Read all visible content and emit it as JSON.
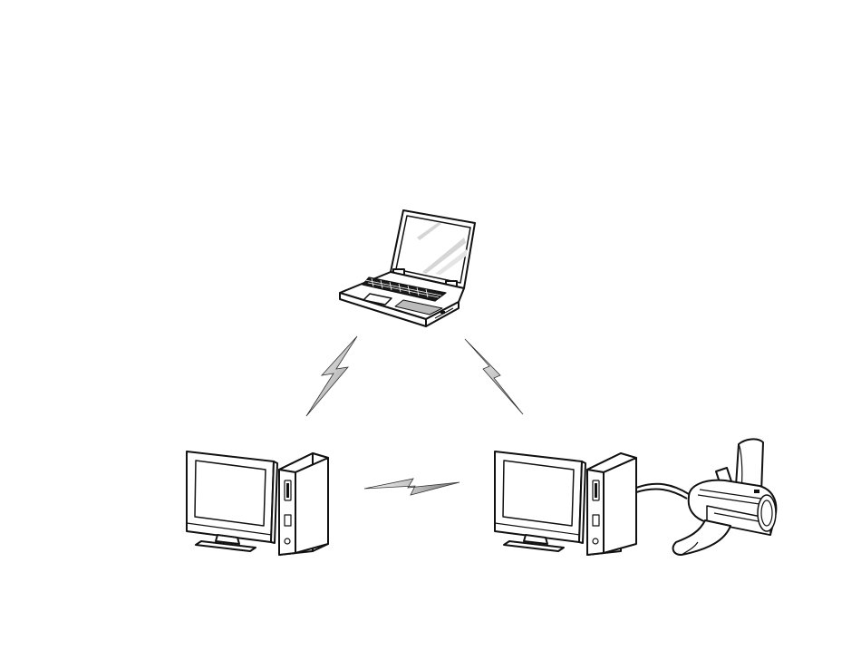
{
  "diagram": {
    "type": "ad-hoc-wireless-network",
    "nodes": [
      {
        "id": "laptop",
        "icon": "laptop-icon"
      },
      {
        "id": "desktop-left",
        "icon": "desktop-computer-icon"
      },
      {
        "id": "desktop-right",
        "icon": "desktop-computer-icon"
      },
      {
        "id": "printer",
        "icon": "printer-icon"
      }
    ],
    "links": [
      {
        "from": "laptop",
        "to": "desktop-left",
        "kind": "wireless",
        "icon": "lightning-bolt-icon"
      },
      {
        "from": "laptop",
        "to": "desktop-right",
        "kind": "wireless",
        "icon": "lightning-bolt-icon"
      },
      {
        "from": "desktop-left",
        "to": "desktop-right",
        "kind": "wireless",
        "icon": "lightning-bolt-icon"
      },
      {
        "from": "desktop-right",
        "to": "printer",
        "kind": "cable",
        "icon": "cable-icon"
      }
    ]
  },
  "colors": {
    "line": "#111111",
    "fill": "#ffffff",
    "bolt_light": "#f2f2f2",
    "bolt_dark": "#8a8a8a",
    "screen_glare": "#cfcfcf",
    "keyboard": "#1a1a1a"
  }
}
